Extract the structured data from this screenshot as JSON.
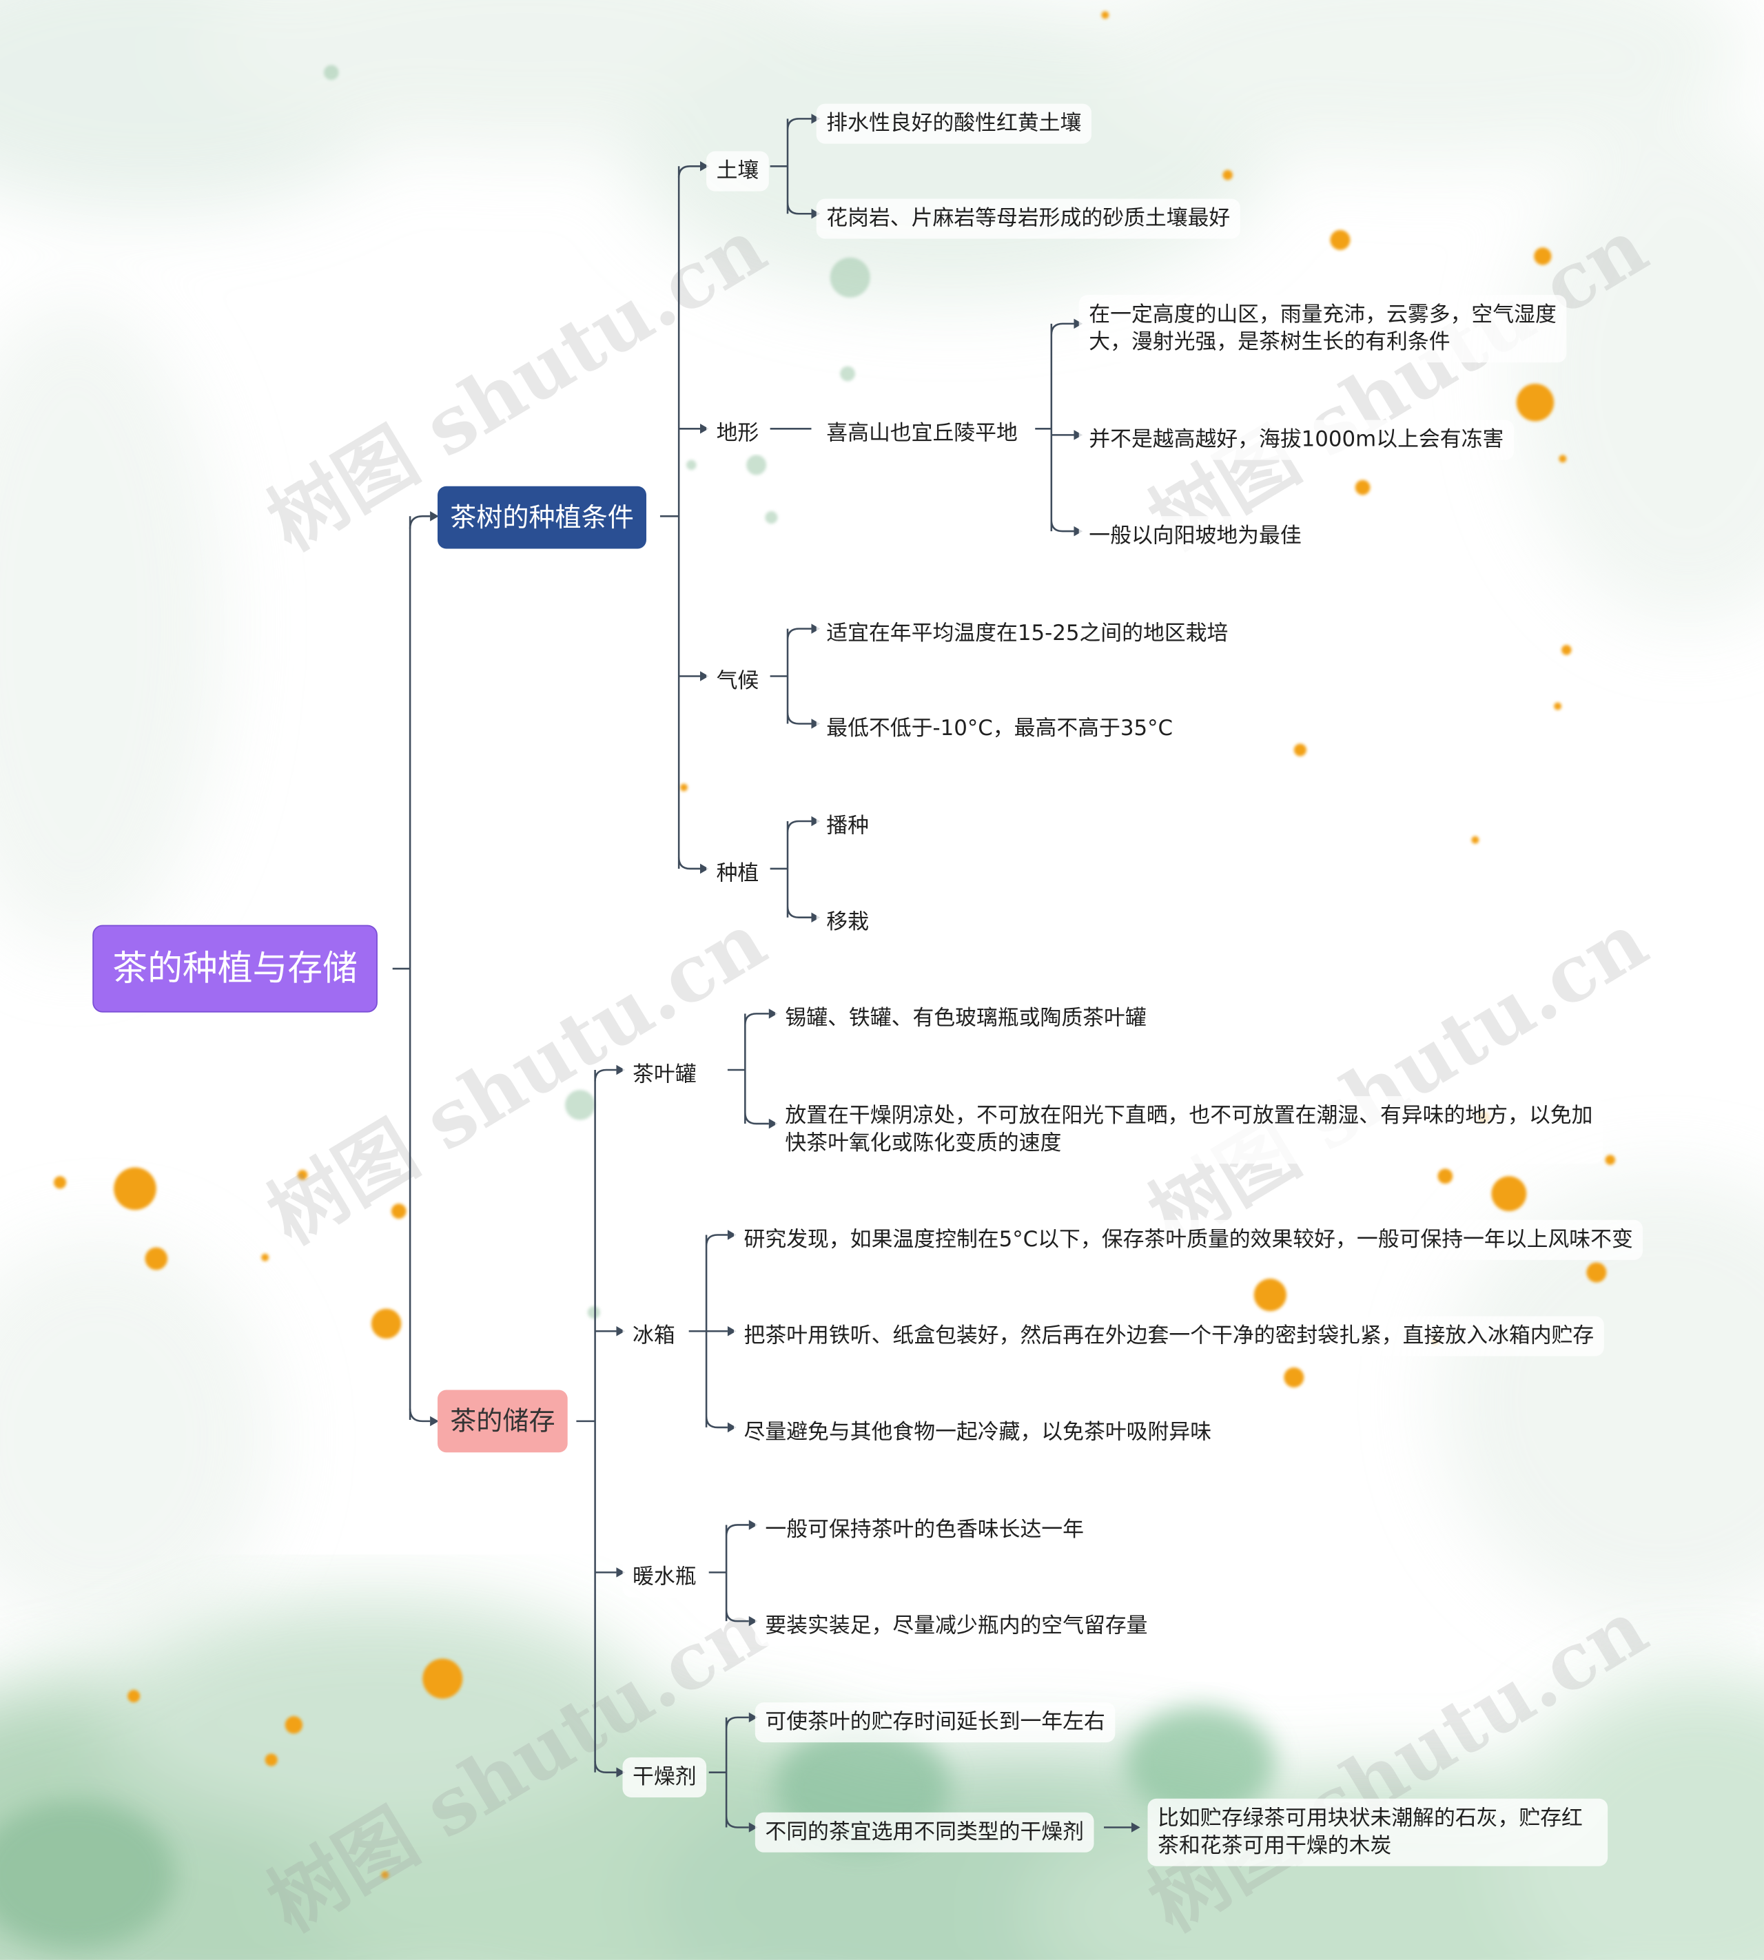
{
  "colors": {
    "root": "#a06cf2",
    "planting_branch": "#2a4f93",
    "storage_branch": "#f7a9a8",
    "connector": "#3f4c5c",
    "watercolor_green": "#9cc9a9",
    "paint_orange": "#f2a116"
  },
  "watermark": "树图 shutu.cn",
  "mindmap": {
    "root": "茶的种植与存储",
    "planting": {
      "label": "茶树的种植条件",
      "soil": {
        "label": "土壤",
        "items": [
          "排水性良好的酸性红黄土壤",
          "花岗岩、片麻岩等母岩形成的砂质土壤最好"
        ]
      },
      "terrain": {
        "label": "地形",
        "sub": "喜高山也宜丘陵平地",
        "items": [
          "在一定高度的山区，雨量充沛，云雾多，空气湿度大，漫射光强，是茶树生长的有利条件",
          "并不是越高越好，海拔1000m以上会有冻害",
          "一般以向阳坡地为最佳"
        ]
      },
      "climate": {
        "label": "气候",
        "items": [
          "适宜在年平均温度在15-25之间的地区栽培",
          "最低不低于-10°C，最高不高于35°C"
        ]
      },
      "method": {
        "label": "种植",
        "items": [
          "播种",
          "移栽"
        ]
      }
    },
    "storage": {
      "label": "茶的储存",
      "jar": {
        "label": "茶叶罐",
        "items": [
          "锡罐、铁罐、有色玻璃瓶或陶质茶叶罐",
          "放置在干燥阴凉处，不可放在阳光下直晒，也不可放置在潮湿、有异味的地方，以免加快茶叶氧化或陈化变质的速度"
        ]
      },
      "fridge": {
        "label": "冰箱",
        "items": [
          "研究发现，如果温度控制在5°C以下，保存茶叶质量的效果较好，一般可保持一年以上风味不变",
          "把茶叶用铁听、纸盒包装好，然后再在外边套一个干净的密封袋扎紧，直接放入冰箱内贮存",
          "尽量避免与其他食物一起冷藏，以免茶叶吸附异味"
        ]
      },
      "thermos": {
        "label": "暖水瓶",
        "items": [
          "一般可保持茶叶的色香味长达一年",
          "要装实装足，尽量减少瓶内的空气留存量"
        ]
      },
      "desiccant": {
        "label": "干燥剂",
        "items": [
          "可使茶叶的贮存时间延长到一年左右",
          "不同的茶宜选用不同类型的干燥剂"
        ],
        "detail": "比如贮存绿茶可用块状未潮解的石灰，贮存红茶和花茶可用干燥的木炭"
      }
    }
  }
}
